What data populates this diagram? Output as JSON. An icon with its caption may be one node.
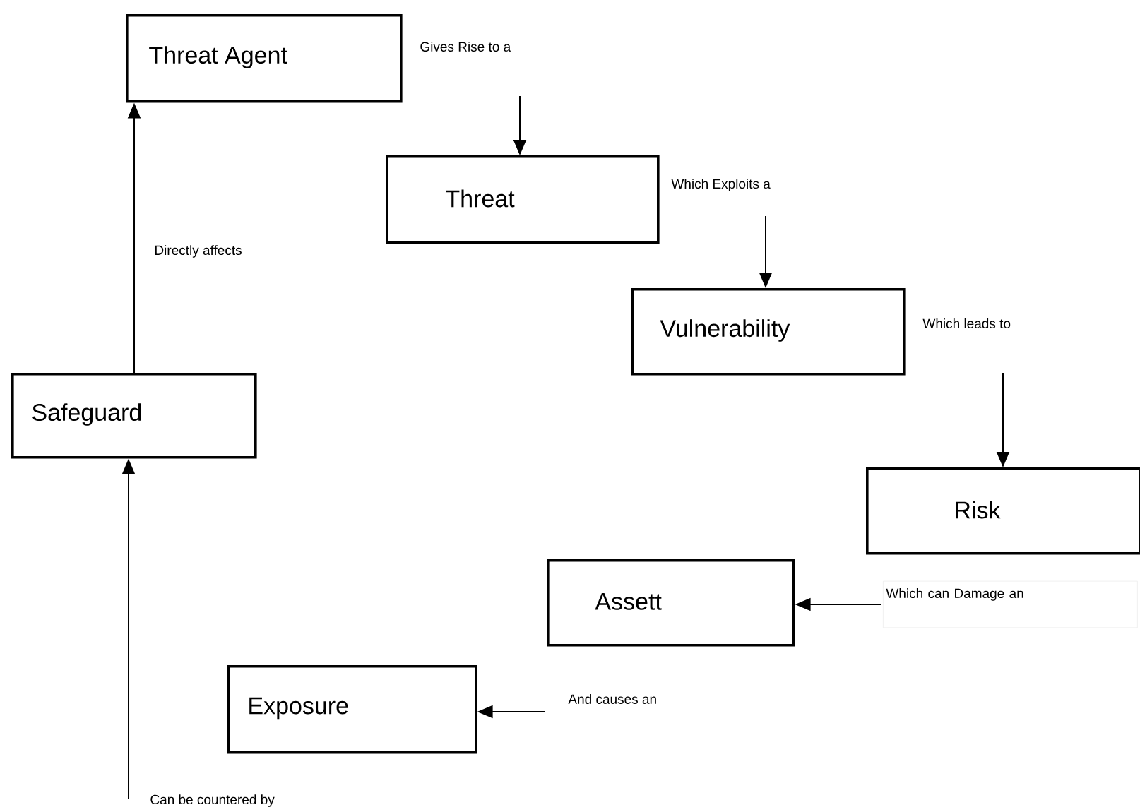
{
  "diagram": {
    "nodes": [
      {
        "text": [
          "Threat Agent"
        ]
      },
      {
        "text": [
          "Threat"
        ]
      },
      {
        "text": [
          "Vulnerability"
        ]
      },
      {
        "text": [
          "Risk"
        ]
      },
      {
        "text": [
          "Assett"
        ]
      },
      {
        "text": [
          "Exposure"
        ]
      },
      {
        "text": [
          "Safeguard"
        ]
      }
    ],
    "edges": [
      {
        "from": null,
        "to": 1,
        "arrow": "to",
        "label": "Gives Rise to a"
      },
      {
        "from": null,
        "to": 2,
        "arrow": "to",
        "label": "Which Exploits a"
      },
      {
        "from": null,
        "to": 3,
        "arrow": "to",
        "label": "Which leads to"
      },
      {
        "from": null,
        "to": 4,
        "arrow": "to",
        "label": "Which can Damage an"
      },
      {
        "from": null,
        "to": 5,
        "arrow": "to",
        "label": "And causes an"
      },
      {
        "from": 6,
        "to": 0,
        "arrow": "to",
        "label": "Directly affects"
      },
      {
        "from": null,
        "to": 6,
        "arrow": "to",
        "label": "Can be countered by"
      }
    ]
  }
}
